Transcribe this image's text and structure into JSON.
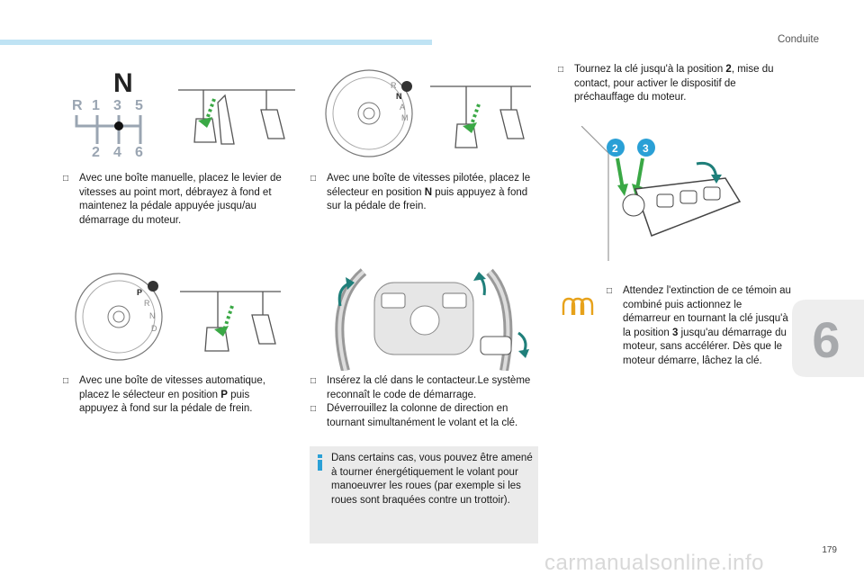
{
  "header": {
    "section": "Conduite",
    "chapter": "6",
    "page_number": "179"
  },
  "watermark": "carmanualsonline.info",
  "steps": {
    "manual": {
      "lead": "Avec une boîte manuelle, placez le levier de vitesses au point mort, débrayez à fond et maintenez la pédale appuyée jusqu/au démarrage du moteur."
    },
    "piloted": {
      "before": "Avec une boîte de vitesses pilotée, placez le sélecteur en position ",
      "bold": "N",
      "after": " puis appuyez à fond sur la pédale de frein."
    },
    "automatic": {
      "before": "Avec une boîte de vitesses automatique, placez le sélecteur en position ",
      "bold": "P",
      "after": " puis appuyez à fond sur la pédale de frein."
    },
    "insert_key": "Insérez la clé dans le contacteur.Le système reconnaît le code de démarrage.",
    "unlock": "Déverrouillez la colonne de direction en tournant simultanément le volant et la clé.",
    "turn_key": {
      "before": "Tournez la clé jusqu'à la position ",
      "bold": "2",
      "after": ", mise du contact, pour activer le dispositif de préchauffage du moteur."
    },
    "wait": {
      "before": "Attendez l'extinction de ce témoin au combiné puis actionnez le démarreur en tournant la clé jusqu'à la position ",
      "bold": "3",
      "after": " jusqu'au démarrage du moteur, sans accélérer. Dès que le moteur démarre, lâchez la clé."
    }
  },
  "info_note": "Dans certains cas, vous pouvez être amené à tourner énergétiquement le volant pour manoeuvrer les roues (par exemple si les roues sont braquées contre un trottoir).",
  "figures": {
    "gear_pattern": {
      "neutral": "N",
      "top": [
        "R",
        "1",
        "3",
        "5"
      ],
      "bottom": [
        "2",
        "4",
        "6"
      ]
    },
    "piloted_selector": [
      "R",
      "N",
      "A",
      "M"
    ],
    "auto_selector": [
      "P",
      "R",
      "N",
      "D"
    ],
    "key_positions": [
      "2",
      "3"
    ]
  },
  "colors": {
    "accent": "#2aa0d6",
    "arrow_green": "#3aa845",
    "arrow_teal": "#1f7f7a",
    "warning_amber": "#e7a21b"
  }
}
